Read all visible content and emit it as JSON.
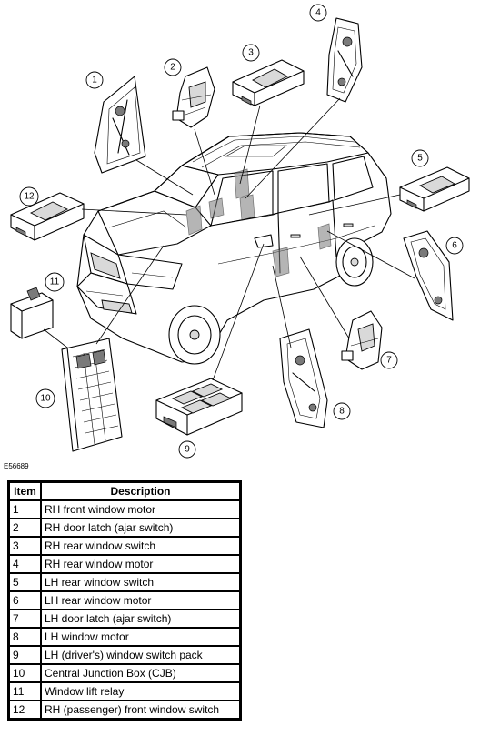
{
  "figure_id": "E56689",
  "callouts": [
    "1",
    "2",
    "3",
    "4",
    "5",
    "6",
    "7",
    "8",
    "9",
    "10",
    "11",
    "12"
  ],
  "table": {
    "header_item": "Item",
    "header_description": "Description",
    "rows": [
      {
        "item": "1",
        "description": "RH front window motor"
      },
      {
        "item": "2",
        "description": "RH door latch (ajar switch)"
      },
      {
        "item": "3",
        "description": "RH rear window switch"
      },
      {
        "item": "4",
        "description": "RH rear window motor"
      },
      {
        "item": "5",
        "description": "LH rear window switch"
      },
      {
        "item": "6",
        "description": "LH rear window motor"
      },
      {
        "item": "7",
        "description": "LH door latch (ajar switch)"
      },
      {
        "item": "8",
        "description": "LH window motor"
      },
      {
        "item": "9",
        "description": "LH (driver's) window switch pack"
      },
      {
        "item": "10",
        "description": "Central Junction Box (CJB)"
      },
      {
        "item": "11",
        "description": "Window lift relay"
      },
      {
        "item": "12",
        "description": "RH (passenger) front window switch"
      }
    ]
  }
}
